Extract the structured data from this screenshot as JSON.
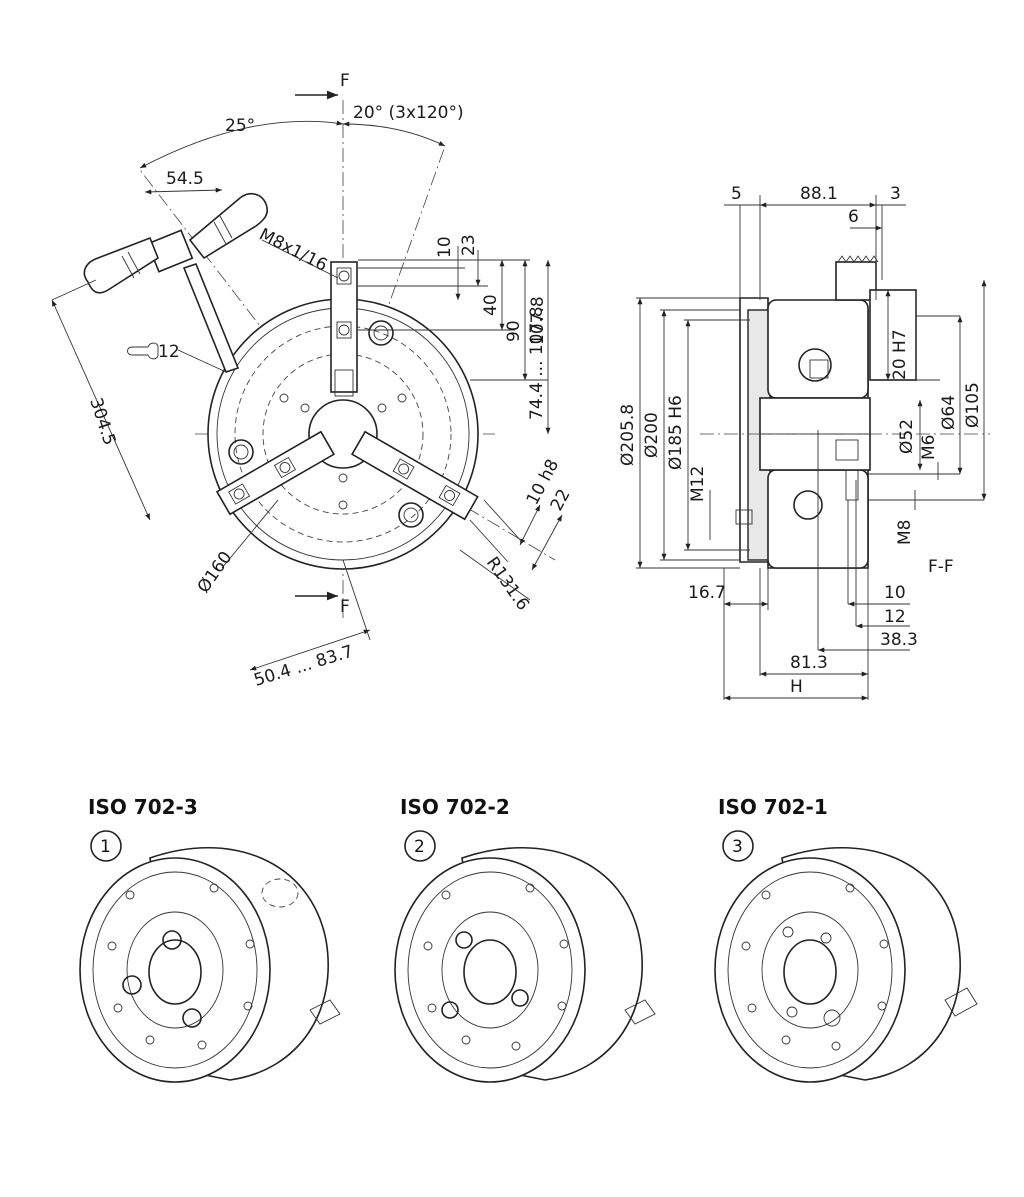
{
  "front_view": {
    "section_mark": "F",
    "dims": {
      "d_25deg": "25°",
      "d_20deg": "20° (3x120°)",
      "d_54_5": "54.5",
      "d_m8": "M8x1/16",
      "d_12": "12",
      "d_304_5": "304.5",
      "d_10": "10",
      "d_23": "23",
      "d_40": "40",
      "d_90": "90",
      "d_107_8": "107.8",
      "d_74_4": "74.4 ... 107.8",
      "d_160": "Ø160",
      "d_10h8": "10 h8",
      "d_22": "22",
      "d_r131": "R131.6",
      "d_50_4": "50.4 ... 83.7"
    }
  },
  "side_view": {
    "section_label": "F-F",
    "dims": {
      "d_5": "5",
      "d_88_1": "88.1",
      "d_3": "3",
      "d_6": "6",
      "d_20h7": "20 H7",
      "d_64": "Ø64",
      "d_105": "Ø105",
      "d_52": "Ø52",
      "d_m6": "M6",
      "d_m8": "M8",
      "d_205_8": "Ø205.8",
      "d_200": "Ø200",
      "d_185": "Ø185 H6",
      "d_m12": "M12",
      "d_16_7": "16.7",
      "d_10b": "10",
      "d_12b": "12",
      "d_38_3": "38.3",
      "d_81_3": "81.3",
      "d_h": "H"
    }
  },
  "variants": [
    {
      "title": "ISO 702-3",
      "number": "1"
    },
    {
      "title": "ISO 702-2",
      "number": "2"
    },
    {
      "title": "ISO 702-1",
      "number": "3"
    }
  ]
}
